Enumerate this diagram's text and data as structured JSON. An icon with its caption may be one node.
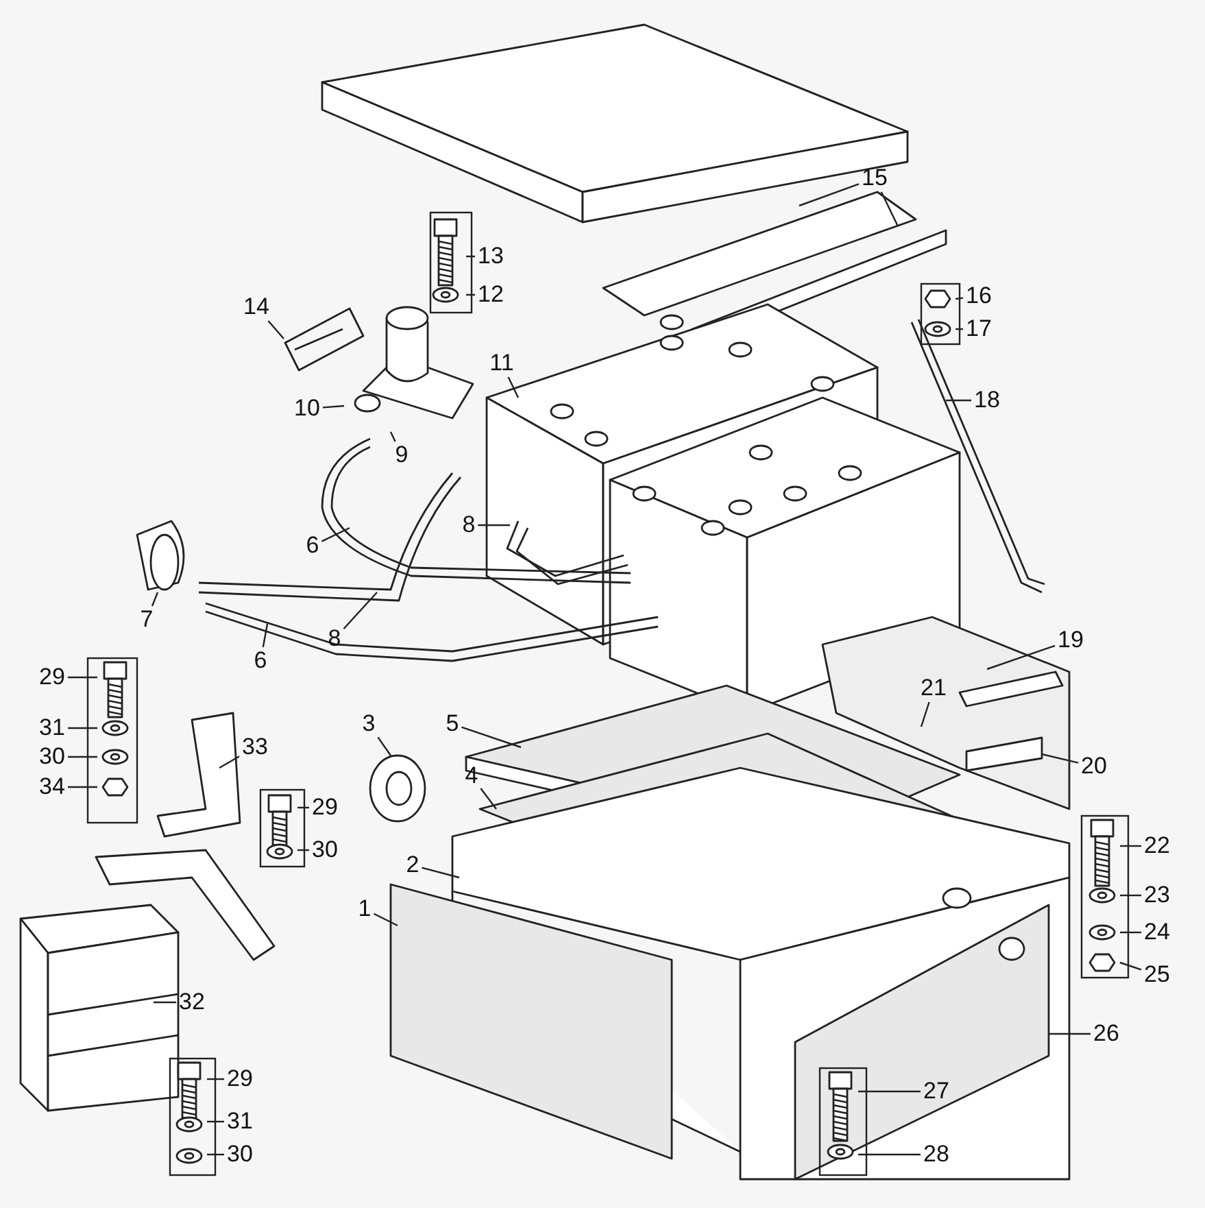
{
  "diagram": {
    "nodes": [
      {
        "text": [
          "15"
        ]
      },
      {
        "text": [
          "13"
        ]
      },
      {
        "text": [
          "12"
        ]
      },
      {
        "text": [
          "16"
        ]
      },
      {
        "text": [
          "14"
        ]
      },
      {
        "text": [
          "17"
        ]
      },
      {
        "text": [
          "11"
        ]
      },
      {
        "text": [
          "18"
        ]
      },
      {
        "text": [
          "10"
        ]
      },
      {
        "text": [
          "9"
        ]
      },
      {
        "text": [
          "8"
        ]
      },
      {
        "text": [
          "6"
        ]
      },
      {
        "text": [
          "7"
        ]
      },
      {
        "text": [
          "8"
        ]
      },
      {
        "text": [
          "19"
        ]
      },
      {
        "text": [
          "6"
        ]
      },
      {
        "text": [
          "29"
        ]
      },
      {
        "text": [
          "21"
        ]
      },
      {
        "text": [
          "3"
        ]
      },
      {
        "text": [
          "5"
        ]
      },
      {
        "text": [
          "31"
        ]
      },
      {
        "text": [
          "33"
        ]
      },
      {
        "text": [
          "30"
        ]
      },
      {
        "text": [
          "20"
        ]
      },
      {
        "text": [
          "4"
        ]
      },
      {
        "text": [
          "34"
        ]
      },
      {
        "text": [
          "29"
        ]
      },
      {
        "text": [
          "22"
        ]
      },
      {
        "text": [
          "30"
        ]
      },
      {
        "text": [
          "2"
        ]
      },
      {
        "text": [
          "23"
        ]
      },
      {
        "text": [
          "1"
        ]
      },
      {
        "text": [
          "24"
        ]
      },
      {
        "text": [
          "25"
        ]
      },
      {
        "text": [
          "32"
        ]
      },
      {
        "text": [
          "26"
        ]
      },
      {
        "text": [
          "29"
        ]
      },
      {
        "text": [
          "27"
        ]
      },
      {
        "text": [
          "31"
        ]
      },
      {
        "text": [
          "30"
        ]
      },
      {
        "text": [
          "28"
        ]
      }
    ],
    "edges": [
      {
        "from": 0,
        "to": null,
        "arrow": "none"
      },
      {
        "from": 0,
        "to": null,
        "arrow": "none"
      },
      {
        "from": 1,
        "to": null,
        "arrow": "none"
      },
      {
        "from": 2,
        "to": null,
        "arrow": "none"
      },
      {
        "from": 3,
        "to": null,
        "arrow": "none"
      },
      {
        "from": 4,
        "to": null,
        "arrow": "none"
      },
      {
        "from": 5,
        "to": null,
        "arrow": "none"
      },
      {
        "from": 6,
        "to": null,
        "arrow": "none"
      },
      {
        "from": 7,
        "to": null,
        "arrow": "none"
      },
      {
        "from": 8,
        "to": null,
        "arrow": "none"
      },
      {
        "from": 9,
        "to": null,
        "arrow": "none"
      },
      {
        "from": 10,
        "to": null,
        "arrow": "none"
      },
      {
        "from": 11,
        "to": null,
        "arrow": "none"
      },
      {
        "from": 12,
        "to": null,
        "arrow": "none"
      },
      {
        "from": 13,
        "to": null,
        "arrow": "none"
      },
      {
        "from": 14,
        "to": null,
        "arrow": "none"
      },
      {
        "from": 15,
        "to": null,
        "arrow": "none"
      },
      {
        "from": 16,
        "to": null,
        "arrow": "none"
      },
      {
        "from": 17,
        "to": null,
        "arrow": "none"
      },
      {
        "from": 18,
        "to": null,
        "arrow": "none"
      },
      {
        "from": 19,
        "to": null,
        "arrow": "none"
      },
      {
        "from": 20,
        "to": null,
        "arrow": "none"
      },
      {
        "from": 21,
        "to": null,
        "arrow": "none"
      },
      {
        "from": 22,
        "to": null,
        "arrow": "none"
      },
      {
        "from": 23,
        "to": null,
        "arrow": "none"
      },
      {
        "from": 24,
        "to": null,
        "arrow": "none"
      },
      {
        "from": 25,
        "to": null,
        "arrow": "none"
      },
      {
        "from": 26,
        "to": null,
        "arrow": "none"
      },
      {
        "from": 27,
        "to": null,
        "arrow": "none"
      },
      {
        "from": 28,
        "to": null,
        "arrow": "none"
      },
      {
        "from": 29,
        "to": null,
        "arrow": "none"
      },
      {
        "from": 30,
        "to": null,
        "arrow": "none"
      },
      {
        "from": 31,
        "to": null,
        "arrow": "none"
      },
      {
        "from": 32,
        "to": null,
        "arrow": "none"
      },
      {
        "from": 33,
        "to": null,
        "arrow": "none"
      },
      {
        "from": 34,
        "to": null,
        "arrow": "none"
      },
      {
        "from": 35,
        "to": null,
        "arrow": "none"
      },
      {
        "from": 36,
        "to": null,
        "arrow": "none"
      },
      {
        "from": 37,
        "to": null,
        "arrow": "none"
      },
      {
        "from": 38,
        "to": null,
        "arrow": "none"
      },
      {
        "from": 39,
        "to": null,
        "arrow": "none"
      },
      {
        "from": 40,
        "to": null,
        "arrow": "none"
      }
    ]
  }
}
